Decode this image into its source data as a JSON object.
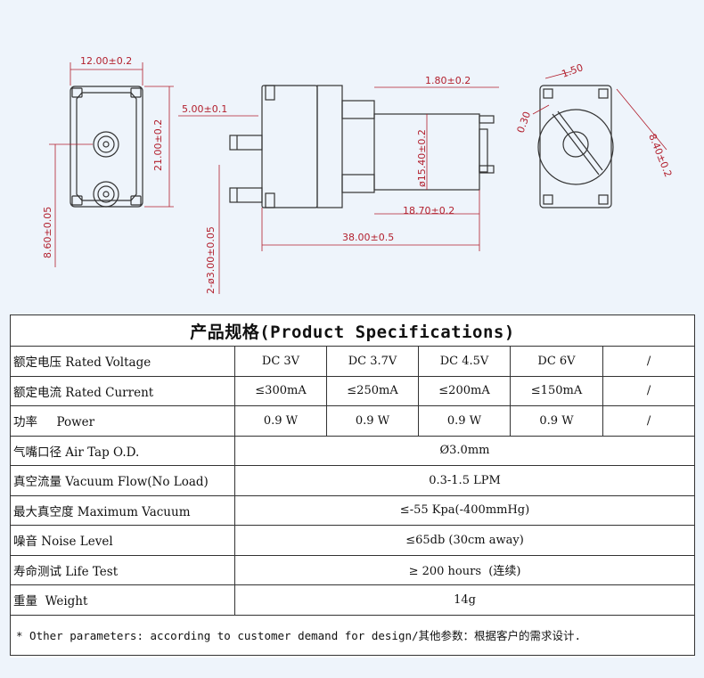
{
  "drawing": {
    "dims": {
      "front_width": "12.00±0.2",
      "front_height": "21.00±0.2",
      "front_port_offset": "8.60±0.05",
      "side_nozzle_gap": "5.00±0.1",
      "side_port_dia": "2-ø3.00±0.05",
      "side_body_dia": "ø15.40±0.2",
      "side_shaft": "1.80±0.2",
      "side_motor_len": "18.70±0.2",
      "side_total_len": "38.00±0.5",
      "rear_gap": "0.30",
      "rear_terminal": "1.50",
      "rear_spacing": "8.40±0.2"
    }
  },
  "table": {
    "title": "产品规格(Product Specifications)",
    "rows": [
      {
        "label_cn": "额定电压",
        "label_en": " Rated Voltage",
        "values": [
          "DC 3V",
          "DC 3.7V",
          "DC 4.5V",
          "DC 6V",
          "/"
        ]
      },
      {
        "label_cn": "额定电流",
        "label_en": " Rated Current",
        "values": [
          "≤300mA",
          "≤250mA",
          "≤200mA",
          "≤150mA",
          "/"
        ]
      },
      {
        "label_cn": "功率",
        "label_en": "     Power",
        "values": [
          "0.9 W",
          "0.9 W",
          "0.9 W",
          "0.9 W",
          "/"
        ]
      },
      {
        "label_cn": "气嘴口径",
        "label_en": " Air Tap O.D.",
        "value": "Ø3.0mm"
      },
      {
        "label_cn": "真空流量",
        "label_en": " Vacuum Flow(No Load)",
        "value": "0.3-1.5 LPM"
      },
      {
        "label_cn": "最大真空度",
        "label_en": " Maximum Vacuum",
        "value": "≤-55 Kpa(-400mmHg)"
      },
      {
        "label_cn": "噪音",
        "label_en": " Noise Level",
        "value": "≤65db (30cm away)"
      },
      {
        "label_cn": "寿命测试",
        "label_en": " Life Test",
        "value": "≥ 200 hours  (连续)"
      },
      {
        "label_cn": "重量",
        "label_en": "  Weight",
        "value": "14g"
      }
    ],
    "note": "* Other parameters: according to customer demand for design/其他参数：根据客户的需求设计."
  }
}
